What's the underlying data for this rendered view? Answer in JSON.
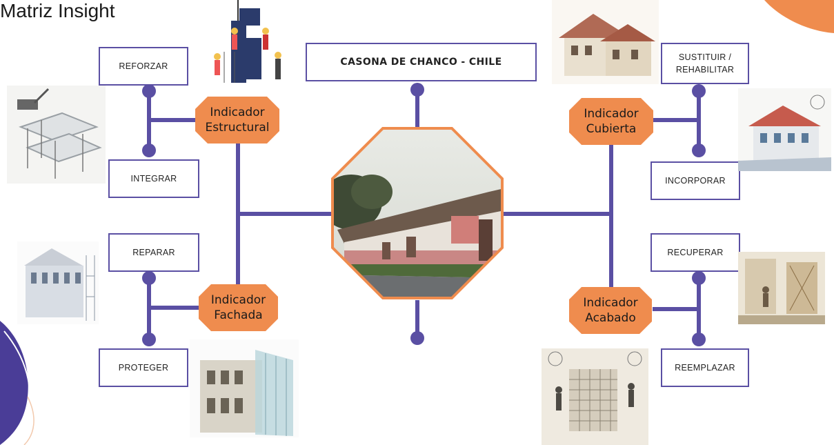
{
  "title": "Matriz Insight",
  "center": {
    "label": "CASONA DE CHANCO - CHILE"
  },
  "indicators": {
    "estructural": [
      "Indicador",
      "Estructural"
    ],
    "cubierta": [
      "Indicador",
      "Cubierta"
    ],
    "fachada": [
      "Indicador",
      "Fachada"
    ],
    "acabado": [
      "Indicador",
      "Acabado"
    ]
  },
  "actions": {
    "reforzar": "REFORZAR",
    "integrar": "INTEGRAR",
    "sustituir_1": "SUSTITUIR /",
    "sustituir_2": "REHABILITAR",
    "incorporar": "INCORPORAR",
    "reparar": "REPARAR",
    "proteger": "PROTEGER",
    "recuperar": "RECUPERAR",
    "reemplazar": "REEMPLAZAR"
  },
  "colors": {
    "connector": "#5a4fa3",
    "indicator_fill": "#ef8c4e",
    "octagon_border": "#ef8c4e",
    "accent_corner": "#ef8c4e",
    "corner_left": "#4a3d97"
  }
}
